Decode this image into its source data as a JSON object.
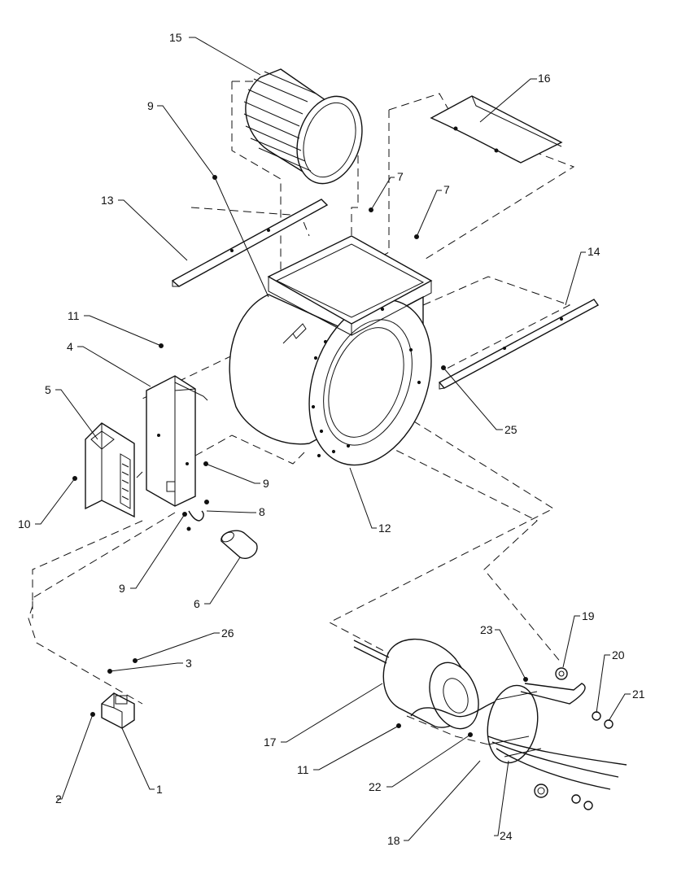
{
  "colors": {
    "ink": "#111111",
    "paper": "#ffffff"
  },
  "callouts": [
    {
      "id": "c15",
      "label": "15"
    },
    {
      "id": "c16",
      "label": "16"
    },
    {
      "id": "c9a",
      "label": "9"
    },
    {
      "id": "c7a",
      "label": "7"
    },
    {
      "id": "c7b",
      "label": "7"
    },
    {
      "id": "c13",
      "label": "13"
    },
    {
      "id": "c14",
      "label": "14"
    },
    {
      "id": "c11a",
      "label": "11"
    },
    {
      "id": "c4",
      "label": "4"
    },
    {
      "id": "c5",
      "label": "5"
    },
    {
      "id": "c25",
      "label": "25"
    },
    {
      "id": "c9b",
      "label": "9"
    },
    {
      "id": "c10",
      "label": "10"
    },
    {
      "id": "c8",
      "label": "8"
    },
    {
      "id": "c12",
      "label": "12"
    },
    {
      "id": "c9c",
      "label": "9"
    },
    {
      "id": "c6",
      "label": "6"
    },
    {
      "id": "c19",
      "label": "19"
    },
    {
      "id": "c23",
      "label": "23"
    },
    {
      "id": "c20",
      "label": "20"
    },
    {
      "id": "c26",
      "label": "26"
    },
    {
      "id": "c3",
      "label": "3"
    },
    {
      "id": "c21",
      "label": "21"
    },
    {
      "id": "c17",
      "label": "17"
    },
    {
      "id": "c11b",
      "label": "11"
    },
    {
      "id": "c22",
      "label": "22"
    },
    {
      "id": "c2",
      "label": "2"
    },
    {
      "id": "c1",
      "label": "1"
    },
    {
      "id": "c24",
      "label": "24"
    },
    {
      "id": "c18",
      "label": "18"
    }
  ]
}
